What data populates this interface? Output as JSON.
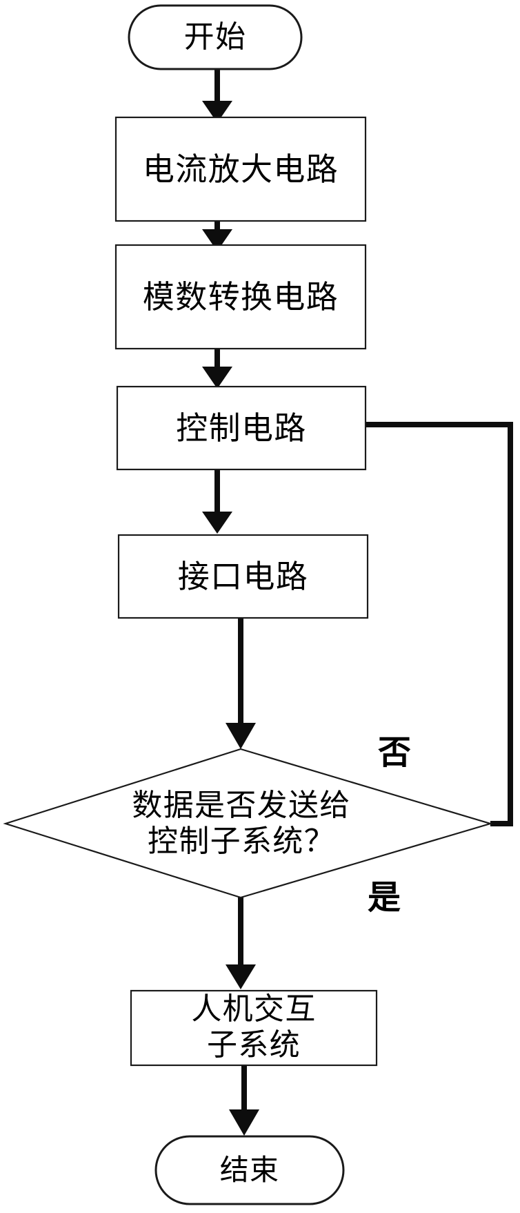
{
  "diagram": {
    "type": "flowchart",
    "orientation": "vertical",
    "language": "zh-CN",
    "colors": {
      "background": "#ffffff",
      "stroke": "#1a1a1a",
      "connector": "#0d0d0d",
      "text": "#000000"
    },
    "nodes": [
      {
        "id": "start",
        "shape": "terminator",
        "label": "开始"
      },
      {
        "id": "current-amplifier",
        "shape": "process",
        "label": "电流放大电路"
      },
      {
        "id": "adc",
        "shape": "process",
        "label": "模数转换电路"
      },
      {
        "id": "control-circuit",
        "shape": "process",
        "label": "控制电路"
      },
      {
        "id": "interface-circuit",
        "shape": "process",
        "label": "接口电路"
      },
      {
        "id": "decision",
        "shape": "decision",
        "label": "数据是否发送给\n控制子系统？"
      },
      {
        "id": "hmi-subsystem",
        "shape": "process",
        "label": "人机交互\n子系统"
      },
      {
        "id": "end",
        "shape": "terminator",
        "label": "结束"
      }
    ],
    "edges": [
      {
        "id": "e1",
        "from": "start",
        "to": "current-amplifier",
        "label": ""
      },
      {
        "id": "e2",
        "from": "current-amplifier",
        "to": "adc",
        "label": ""
      },
      {
        "id": "e3",
        "from": "adc",
        "to": "control-circuit",
        "label": ""
      },
      {
        "id": "e4",
        "from": "control-circuit",
        "to": "interface-circuit",
        "label": ""
      },
      {
        "id": "e5",
        "from": "interface-circuit",
        "to": "decision",
        "label": ""
      },
      {
        "id": "e6",
        "from": "decision",
        "to": "control-circuit",
        "label": "否"
      },
      {
        "id": "e7",
        "from": "decision",
        "to": "hmi-subsystem",
        "label": "是"
      },
      {
        "id": "e8",
        "from": "hmi-subsystem",
        "to": "end",
        "label": ""
      }
    ],
    "edge_labels": {
      "no": "否",
      "yes": "是"
    }
  }
}
